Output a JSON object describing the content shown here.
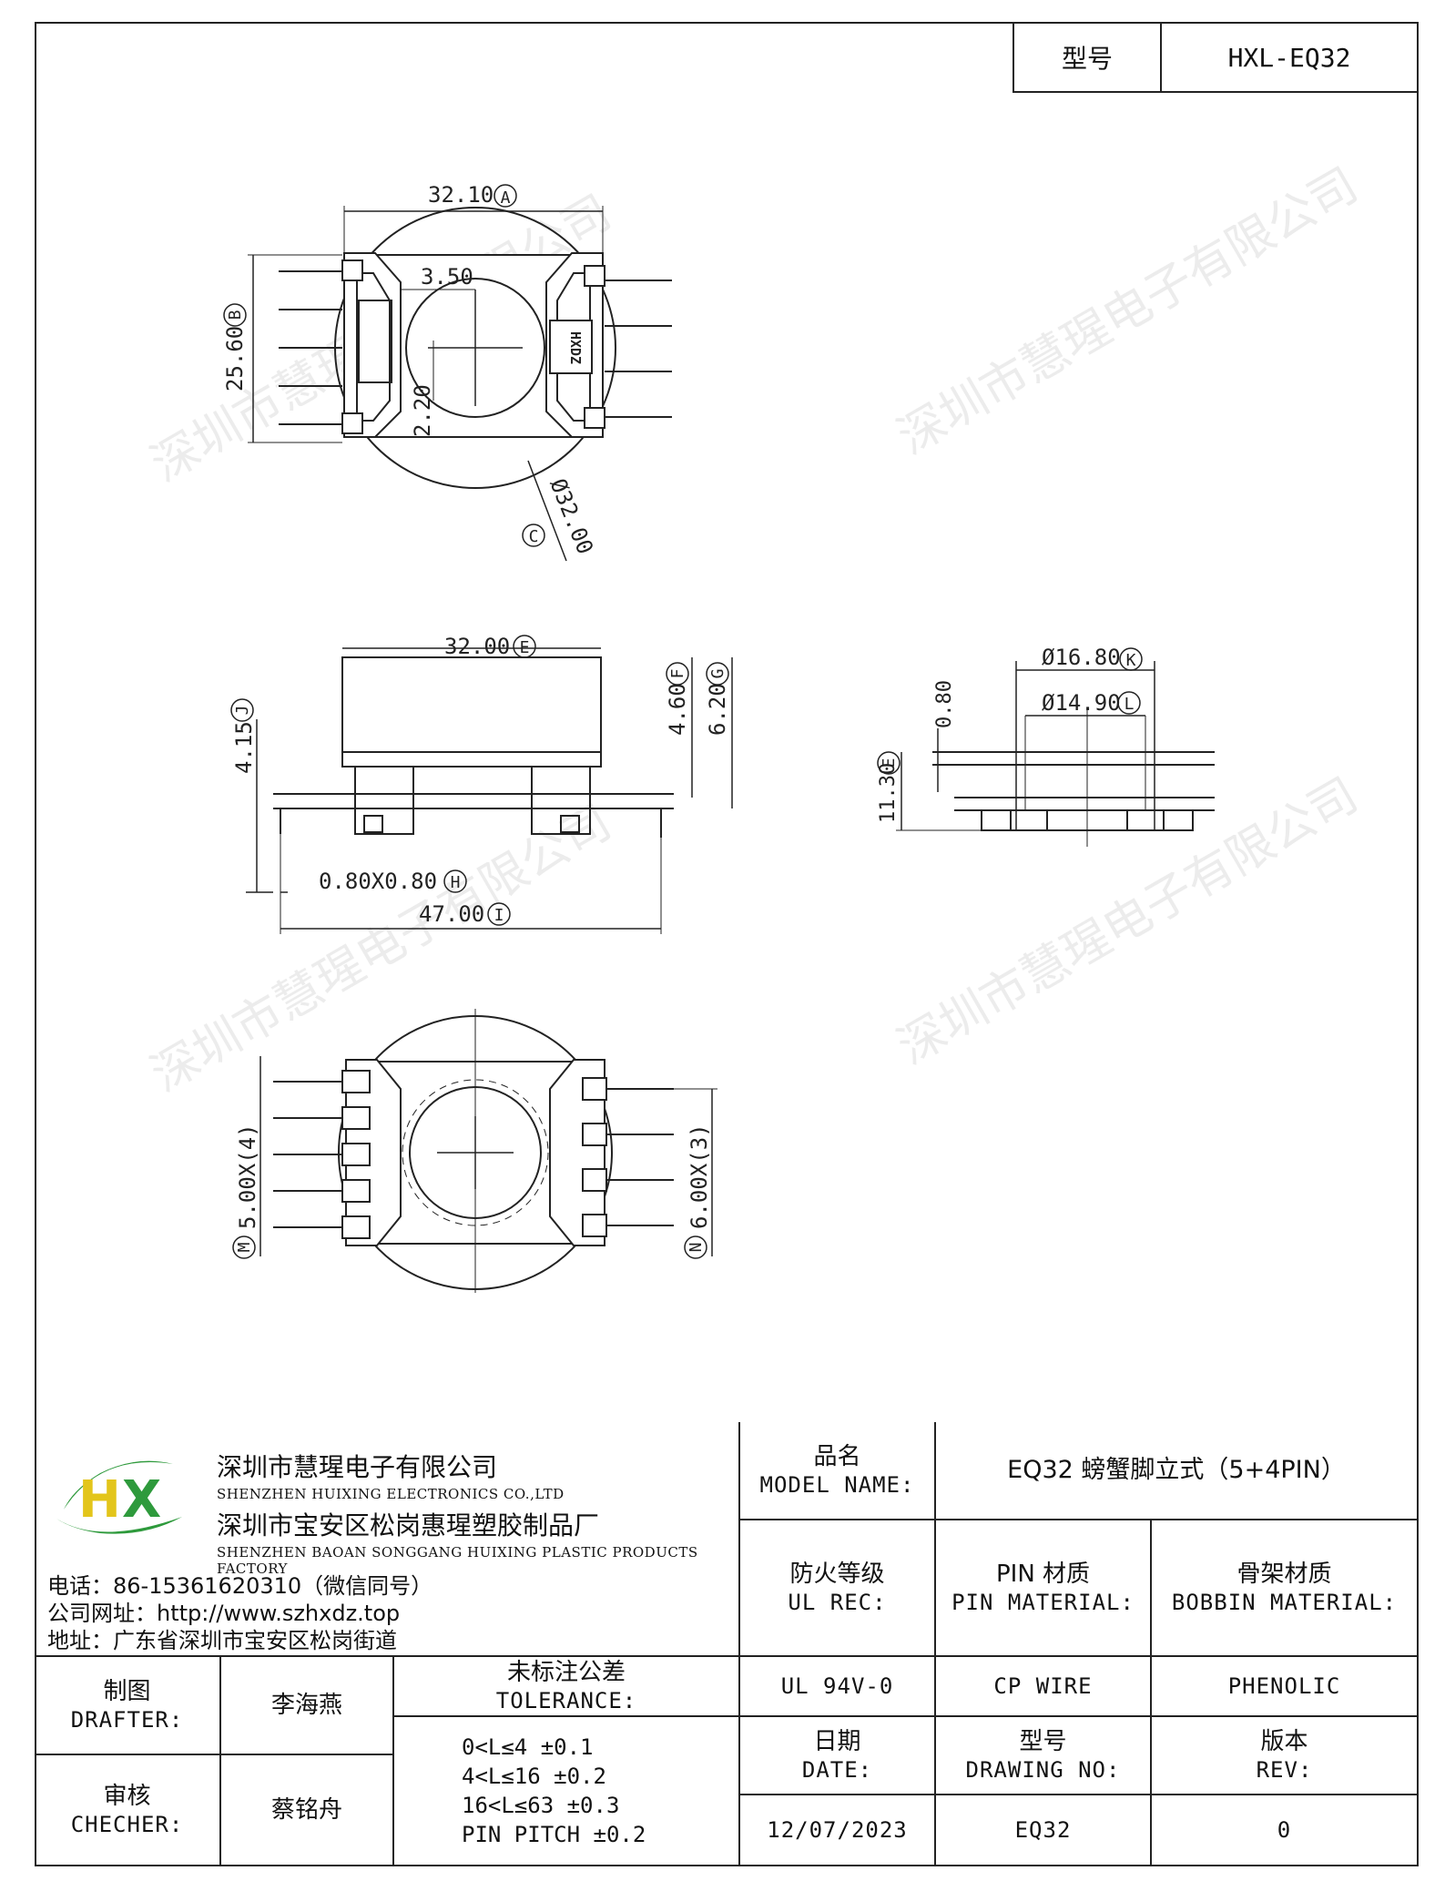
{
  "header": {
    "model_label": "型号",
    "model_value": "HXL-EQ32"
  },
  "dims": {
    "top_width": "32.10",
    "top_width_tag": "A",
    "top_height": "25.60",
    "top_height_tag": "B",
    "inner_gap": "3.50",
    "inner_h": "2.20",
    "diameter": "Ø32.00",
    "diameter_tag": "C",
    "brand_mark": "HXDZ",
    "side_width": "32.00",
    "side_width_tag": "E",
    "h_460": "4.60",
    "h_460_tag": "F",
    "h_620": "6.20",
    "h_620_tag": "G",
    "h_415": "4.15",
    "h_415_tag": "J",
    "pin_size": "0.80X0.80",
    "pin_size_tag": "H",
    "overall": "47.00",
    "overall_tag": "I",
    "d1680": "Ø16.80",
    "d1680_tag": "K",
    "d1490": "Ø14.90",
    "d1490_tag": "L",
    "t080": "0.80",
    "t1130": "11.30",
    "t1130_tag": "E",
    "pitch_left": "5.00X(4)",
    "pitch_left_tag": "M",
    "pitch_right": "6.00X(3)",
    "pitch_right_tag": "N"
  },
  "watermark": "深圳市慧瑆电子有限公司",
  "company": {
    "name1": "深圳市慧瑆电子有限公司",
    "name1_en": "SHENZHEN HUIXING ELECTRONICS CO.,LTD",
    "name2": "深圳市宝安区松岗惠瑆塑胶制品厂",
    "name2_en": "SHENZHEN BAOAN SONGGANG HUIXING PLASTIC PRODUCTS FACTORY",
    "phone": "电话：86-15361620310（微信同号）",
    "web": "公司网址：http://www.szhxdz.top",
    "addr": "地址：广东省深圳市宝安区松岗街道",
    "logo_letters": "HX",
    "colors": {
      "green": "#2e9a3c",
      "yellow": "#e3c51a"
    }
  },
  "title_block": {
    "model_name_cn": "品名",
    "model_name_en": "MODEL NAME:",
    "model_name_val": "EQ32 螃蟹脚立式（5+4PIN）",
    "ul_cn": "防火等级",
    "ul_en": "UL REC:",
    "pin_mat_cn": "PIN 材质",
    "pin_mat_en": "PIN MATERIAL:",
    "bob_mat_cn": "骨架材质",
    "bob_mat_en": "BOBBIN MATERIAL:",
    "drafter_cn": "制图",
    "drafter_en": "DRAFTER:",
    "drafter_val": "李海燕",
    "checker_cn": "审核",
    "checker_en": "CHECHER:",
    "checker_val": "蔡铭舟",
    "tol_cn": "未标注公差",
    "tol_en": "TOLERANCE:",
    "tol_lines": [
      "0<L≤4  ±0.1",
      "4<L≤16 ±0.2",
      "16<L≤63 ±0.3",
      "PIN PITCH ±0.2"
    ],
    "ul_val": "UL 94V-0",
    "pin_mat_val": "CP WIRE",
    "bob_mat_val": "PHENOLIC",
    "date_cn": "日期",
    "date_en": "DATE:",
    "dwg_cn": "型号",
    "dwg_en": "DRAWING NO:",
    "rev_cn": "版本",
    "rev_en": "REV:",
    "date_val": "12/07/2023",
    "dwg_val": "EQ32",
    "rev_val": "0"
  }
}
